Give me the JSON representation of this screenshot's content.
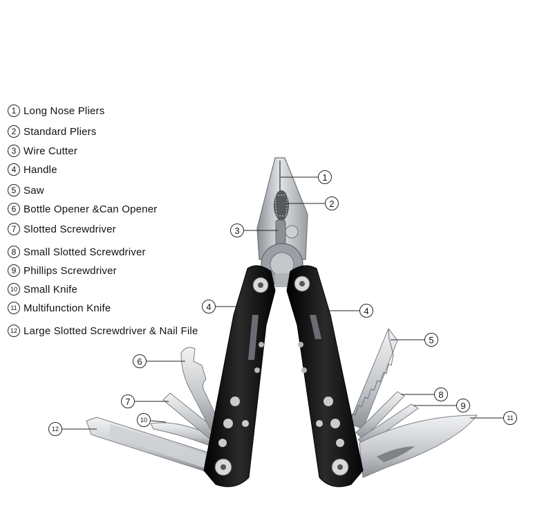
{
  "legend": [
    {
      "num": "1",
      "label": "Long Nose Pliers"
    },
    {
      "num": "2",
      "label": "Standard Pliers"
    },
    {
      "num": "3",
      "label": "Wire Cutter"
    },
    {
      "num": "4",
      "label": "Handle"
    },
    {
      "num": "5",
      "label": "Saw"
    },
    {
      "num": "6",
      "label": "Bottle Opener &Can Opener"
    },
    {
      "num": "7",
      "label": "Slotted Screwdriver"
    },
    {
      "num": "8",
      "label": "Small Slotted Screwdriver"
    },
    {
      "num": "9",
      "label": "Phillips Screwdriver"
    },
    {
      "num": "10",
      "label": "Small Knife"
    },
    {
      "num": "11",
      "label": "Multifunction Knife"
    },
    {
      "num": "12",
      "label": "Large Slotted Screwdriver & Nail File"
    }
  ],
  "callouts": {
    "c1": "1",
    "c2": "2",
    "c3": "3",
    "c4a": "4",
    "c4b": "4",
    "c5": "5",
    "c6": "6",
    "c7": "7",
    "c8": "8",
    "c9": "9",
    "c10": "10",
    "c11": "11",
    "c12": "12"
  },
  "colors": {
    "handle": "#141414",
    "steel": "#b9bcc0",
    "steel_dark": "#7d8287",
    "line": "#222222"
  }
}
